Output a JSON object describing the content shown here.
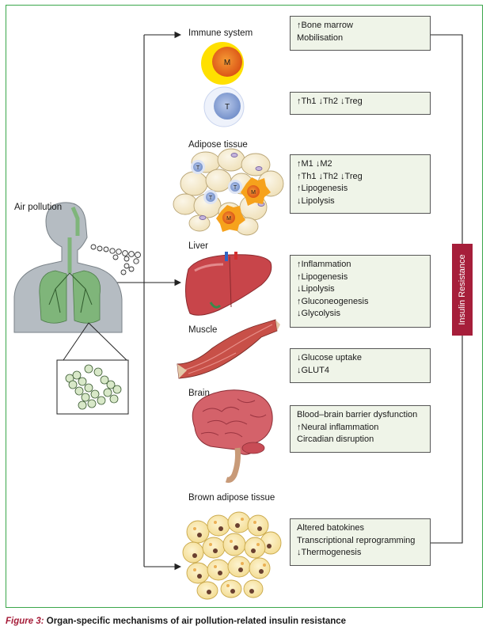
{
  "source": {
    "label": "Air pollution"
  },
  "organs": {
    "immune": "Immune system",
    "adipose": "Adipose tissue",
    "liver": "Liver",
    "muscle": "Muscle",
    "brain": "Brain",
    "brown": "Brown adipose tissue"
  },
  "cells": {
    "macrophage": "M",
    "tcell": "T"
  },
  "effects": {
    "immune_1": [
      "↑Bone marrow",
      "Mobilisation"
    ],
    "immune_2": [
      "↑Th1 ↓Th2 ↓Treg"
    ],
    "adipose": [
      "↑M1 ↓M2",
      "↑Th1 ↓Th2 ↓Treg",
      "↑Lipogenesis",
      "↓Lipolysis"
    ],
    "liver": [
      "↑Inflammation",
      "↑Lipogenesis",
      "↓Lipolysis",
      "↑Gluconeogenesis",
      "↓Glycolysis"
    ],
    "muscle": [
      "↓Glucose uptake",
      "↓GLUT4"
    ],
    "brain": [
      "Blood–brain barrier dysfunction",
      "↑Neural inflammation",
      "Circadian disruption"
    ],
    "brown": [
      "Altered batokines",
      "Transcriptional reprogramming",
      "↓Thermogenesis"
    ]
  },
  "outcome": {
    "label": "Insulin Resistance"
  },
  "caption": {
    "figure_label": "Figure 3:",
    "text": " Organ-specific mechanisms of air pollution-related insulin resistance"
  },
  "colors": {
    "frame": "#3aa64a",
    "box_fill": "#eff4e8",
    "outcome": "#a61e3a",
    "macrophage": "#f07a1e",
    "tcell": "#8fa8d8",
    "liver": "#c8454a",
    "muscle": "#c85048",
    "brain": "#d4626a",
    "lung": "#7fb57a"
  }
}
